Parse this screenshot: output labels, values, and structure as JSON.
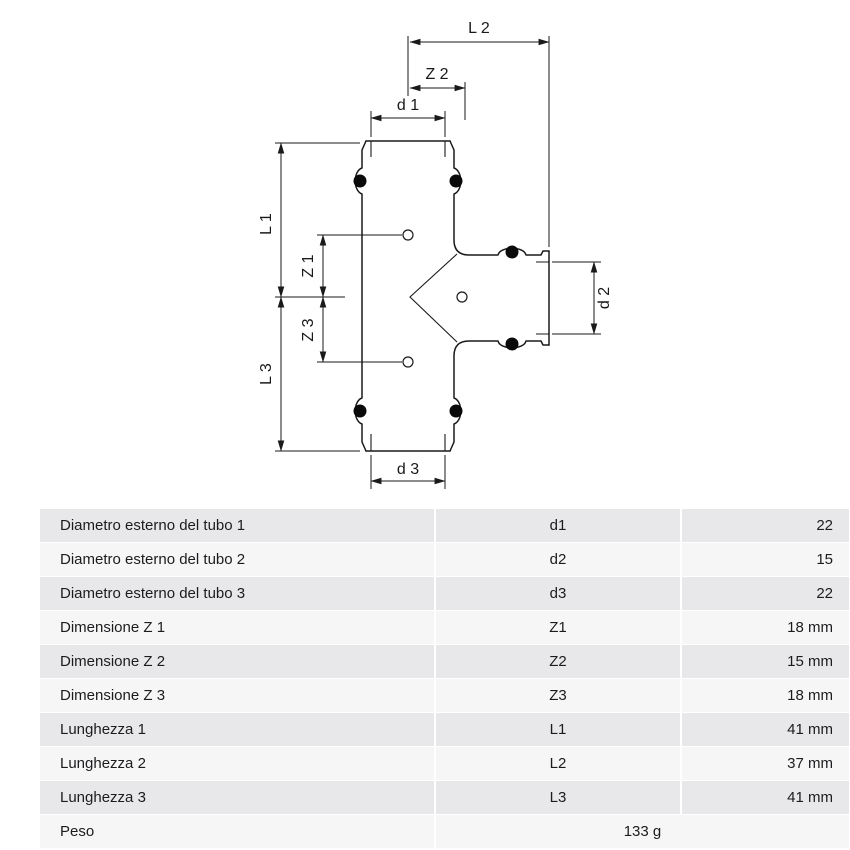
{
  "diagram": {
    "dimensions": {
      "l2": "L 2",
      "z2": "Z 2",
      "d1": "d 1",
      "l1": "L 1",
      "z1": "Z 1",
      "z3": "Z 3",
      "l3": "L 3",
      "d3": "d 3",
      "d2": "d 2"
    }
  },
  "table": {
    "rows": [
      {
        "label": "Diametro esterno del tubo 1",
        "symbol": "d1",
        "value": "22"
      },
      {
        "label": "Diametro esterno del tubo 2",
        "symbol": "d2",
        "value": "15"
      },
      {
        "label": "Diametro esterno del tubo 3",
        "symbol": "d3",
        "value": "22"
      },
      {
        "label": "Dimensione Z 1",
        "symbol": "Z1",
        "value": "18 mm"
      },
      {
        "label": "Dimensione Z 2",
        "symbol": "Z2",
        "value": "15 mm"
      },
      {
        "label": "Dimensione Z 3",
        "symbol": "Z3",
        "value": "18 mm"
      },
      {
        "label": "Lunghezza 1",
        "symbol": "L1",
        "value": "41 mm"
      },
      {
        "label": "Lunghezza 2",
        "symbol": "L2",
        "value": "37 mm"
      },
      {
        "label": "Lunghezza 3",
        "symbol": "L3",
        "value": "41 mm"
      }
    ],
    "footer": {
      "label": "Peso",
      "value": "133 g"
    }
  },
  "colors": {
    "row_gray": "#e8e8ea",
    "row_light": "#f6f6f7",
    "line": "#1a1a1a",
    "background": "#ffffff"
  }
}
